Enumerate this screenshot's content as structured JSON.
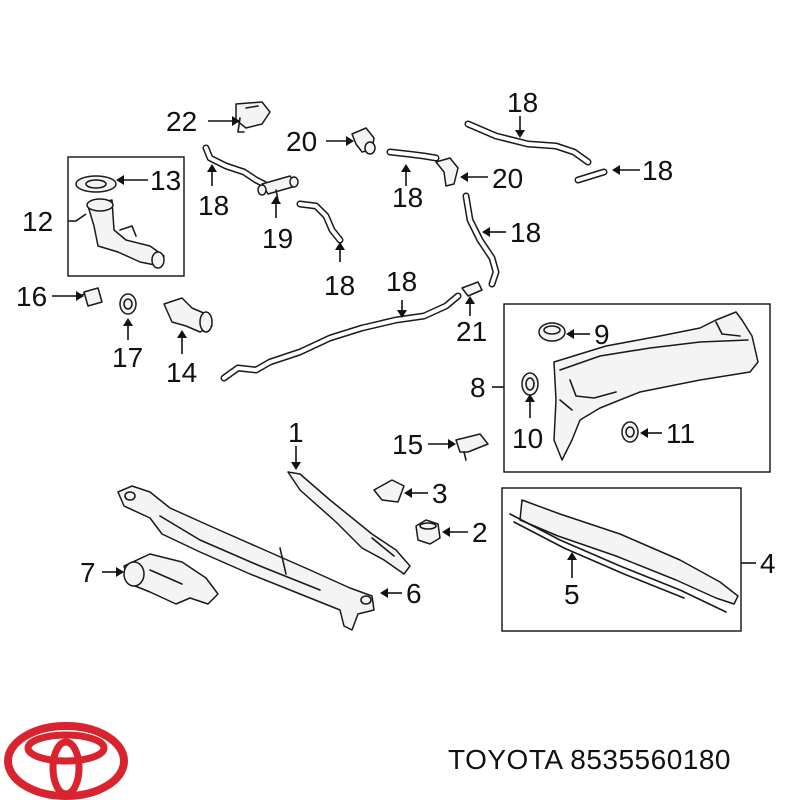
{
  "callouts": [
    {
      "id": "c22",
      "text": "22"
    },
    {
      "id": "c20a",
      "text": "20"
    },
    {
      "id": "c18a",
      "text": "18"
    },
    {
      "id": "c13",
      "text": "13"
    },
    {
      "id": "c12",
      "text": "12"
    },
    {
      "id": "c18b",
      "text": "18"
    },
    {
      "id": "c19",
      "text": "19"
    },
    {
      "id": "c18c",
      "text": "18"
    },
    {
      "id": "c18d",
      "text": "18"
    },
    {
      "id": "c20b",
      "text": "20"
    },
    {
      "id": "c18e",
      "text": "18"
    },
    {
      "id": "c18f",
      "text": "18"
    },
    {
      "id": "c18g",
      "text": "18"
    },
    {
      "id": "c16",
      "text": "16"
    },
    {
      "id": "c17",
      "text": "17"
    },
    {
      "id": "c14",
      "text": "14"
    },
    {
      "id": "c21",
      "text": "21"
    },
    {
      "id": "c9",
      "text": "9"
    },
    {
      "id": "c8",
      "text": "8"
    },
    {
      "id": "c10",
      "text": "10"
    },
    {
      "id": "c11",
      "text": "11"
    },
    {
      "id": "c15",
      "text": "15"
    },
    {
      "id": "c1",
      "text": "1"
    },
    {
      "id": "c3",
      "text": "3"
    },
    {
      "id": "c2",
      "text": "2"
    },
    {
      "id": "c4",
      "text": "4"
    },
    {
      "id": "c5",
      "text": "5"
    },
    {
      "id": "c7",
      "text": "7"
    },
    {
      "id": "c6",
      "text": "6"
    }
  ],
  "footer": {
    "caption": "TOYOTA 8535560180"
  },
  "colors": {
    "logo": "#d9232e",
    "ink": "#111111"
  },
  "logo_icon": "toyota-logo-icon"
}
